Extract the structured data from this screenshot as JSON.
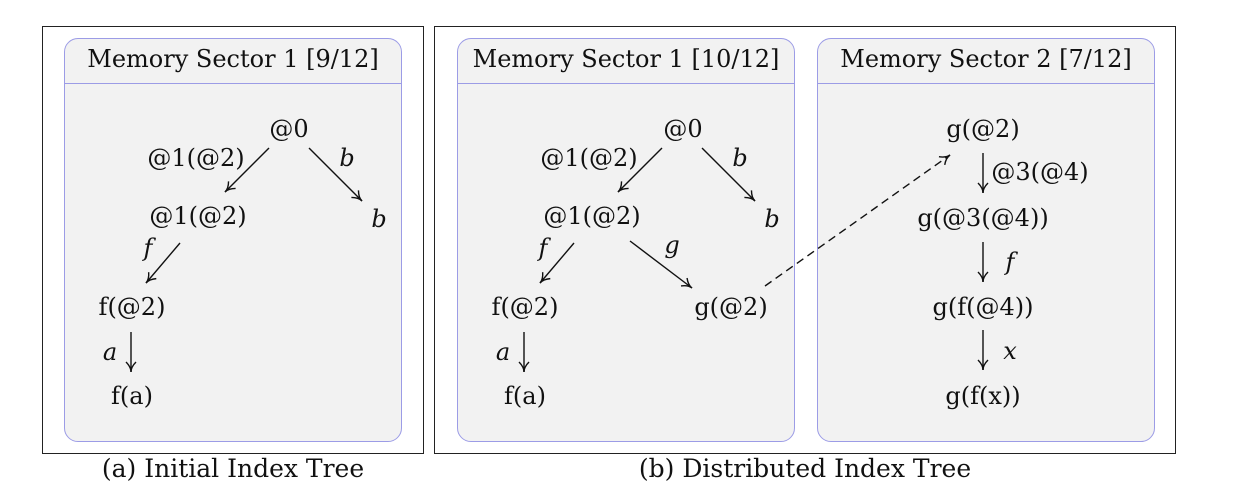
{
  "panel_a": {
    "caption": "(a) Initial Index Tree",
    "sector": {
      "title": "Memory Sector 1 [9/12]"
    },
    "nodes": {
      "root": "@0",
      "n1": "@1(@2)",
      "nb": "b",
      "nf2": "f(@2)",
      "nfa": "f(a)"
    },
    "edge_labels": {
      "root_n1": "@1(@2)",
      "root_b": "b",
      "n1_f": "f",
      "f_a": "a"
    }
  },
  "panel_b": {
    "caption": "(b) Distributed Index Tree",
    "sector1": {
      "title": "Memory Sector 1 [10/12]",
      "nodes": {
        "root": "@0",
        "n1": "@1(@2)",
        "nb": "b",
        "nf2": "f(@2)",
        "ng2": "g(@2)",
        "nfa": "f(a)"
      },
      "edge_labels": {
        "root_n1": "@1(@2)",
        "root_b": "b",
        "n1_f": "f",
        "n1_g": "g",
        "f_a": "a"
      }
    },
    "sector2": {
      "title": "Memory Sector 2 [7/12]",
      "nodes": {
        "g2": "g(@2)",
        "g34": "g(@3(@4))",
        "gf4": "g(f(@4))",
        "gfx": "g(f(x))"
      },
      "edge_labels": {
        "e1": "@3(@4)",
        "e2": "f",
        "e3": "x"
      }
    }
  },
  "colors": {
    "frame": "#222222",
    "sector_border": "#9c9ce6",
    "sector_fill": "#f2f2f2"
  }
}
